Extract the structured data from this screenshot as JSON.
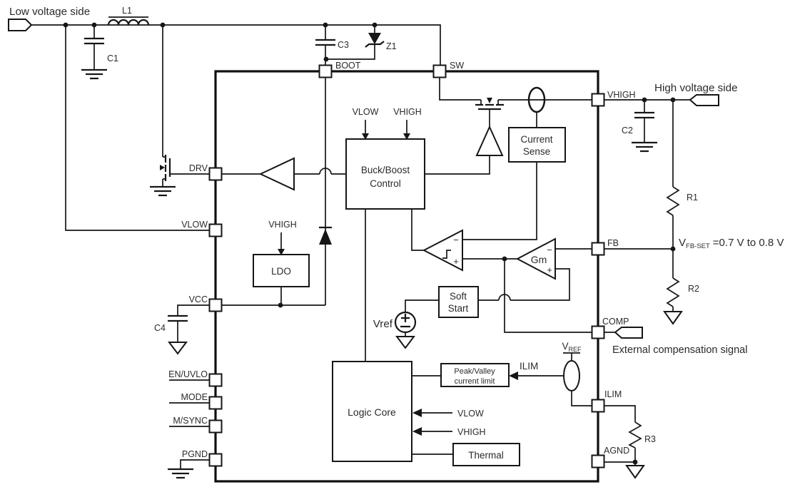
{
  "sides": {
    "low": "Low voltage side",
    "high": "High voltage side"
  },
  "pins": {
    "boot": "BOOT",
    "sw": "SW",
    "vhigh": "VHIGH",
    "fb": "FB",
    "comp": "COMP",
    "ilim": "ILIM",
    "agnd": "AGND",
    "drv": "DRV",
    "vlow": "VLOW",
    "vcc": "VCC",
    "en_uvlo": "EN/UVLO",
    "mode": "MODE",
    "msync": "M/SYNC",
    "pgnd": "PGND"
  },
  "blocks": {
    "buck_boost_line1": "Buck/Boost",
    "buck_boost_line2": "Control",
    "ldo": "LDO",
    "current_sense_line1": "Current",
    "current_sense_line2": "Sense",
    "soft_start_line1": "Soft",
    "soft_start_line2": "Start",
    "logic_core": "Logic Core",
    "peak_valley_line1": "Peak/Valley",
    "peak_valley_line2": "current limit",
    "thermal": "Thermal"
  },
  "components": {
    "l1": "L1",
    "c1": "C1",
    "c2": "C2",
    "c3": "C3",
    "c4": "C4",
    "z1": "Z1",
    "r1": "R1",
    "r2": "R2",
    "r3": "R3"
  },
  "signals": {
    "bb_vlow": "VLOW",
    "bb_vhigh": "VHIGH",
    "ldo_vhigh": "VHIGH",
    "logic_vlow": "VLOW",
    "logic_vhigh": "VHIGH",
    "ilim_arrow": "ILIM",
    "gm": "Gm",
    "vref_source": "Vref",
    "vref_base": "V",
    "vref_sub": "REF",
    "minus": "−",
    "plus": "+"
  },
  "annotations": {
    "fb_base": "V",
    "fb_sub": "FB-SET",
    "fb_rest": "=0.7 V to 0.8 V",
    "ext_comp": "External compensation signal"
  },
  "colors": {
    "line": "#161616",
    "text": "#2b2b2b",
    "background": "#ffffff"
  }
}
